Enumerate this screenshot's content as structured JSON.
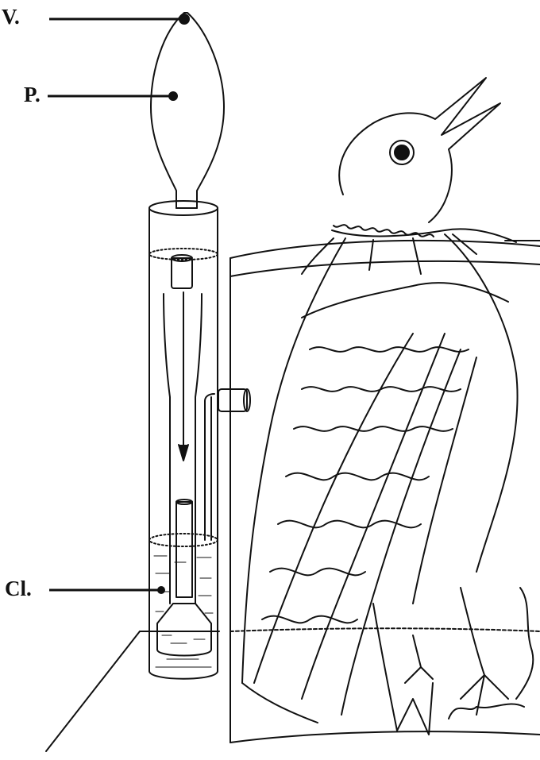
{
  "figure": {
    "labels": {
      "valve": "V.",
      "pump": "P.",
      "chloroform": "Cl."
    }
  },
  "colors": {
    "ink": "#111111",
    "paper": "#ffffff"
  }
}
